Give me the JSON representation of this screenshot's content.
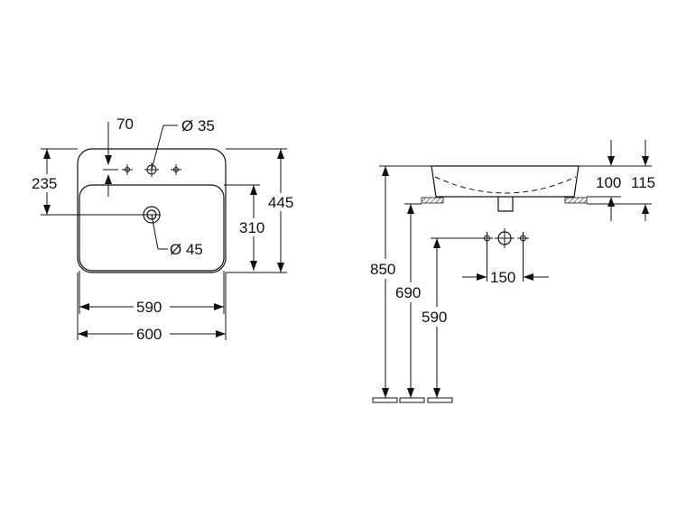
{
  "drawing": {
    "top_view": {
      "labels": {
        "tap_hole_offset": "70",
        "tap_hole_diameter": "Ø 35",
        "depth_to_centre": "235",
        "total_depth": "445",
        "bowl_depth": "310",
        "waste_diameter": "Ø 45",
        "bowl_width": "590",
        "total_width": "600"
      }
    },
    "side_view": {
      "labels": {
        "basin_height_inner": "100",
        "basin_height_outer": "115",
        "tap_spacing": "150",
        "height_850": "850",
        "height_690": "690",
        "height_590": "590"
      }
    }
  }
}
